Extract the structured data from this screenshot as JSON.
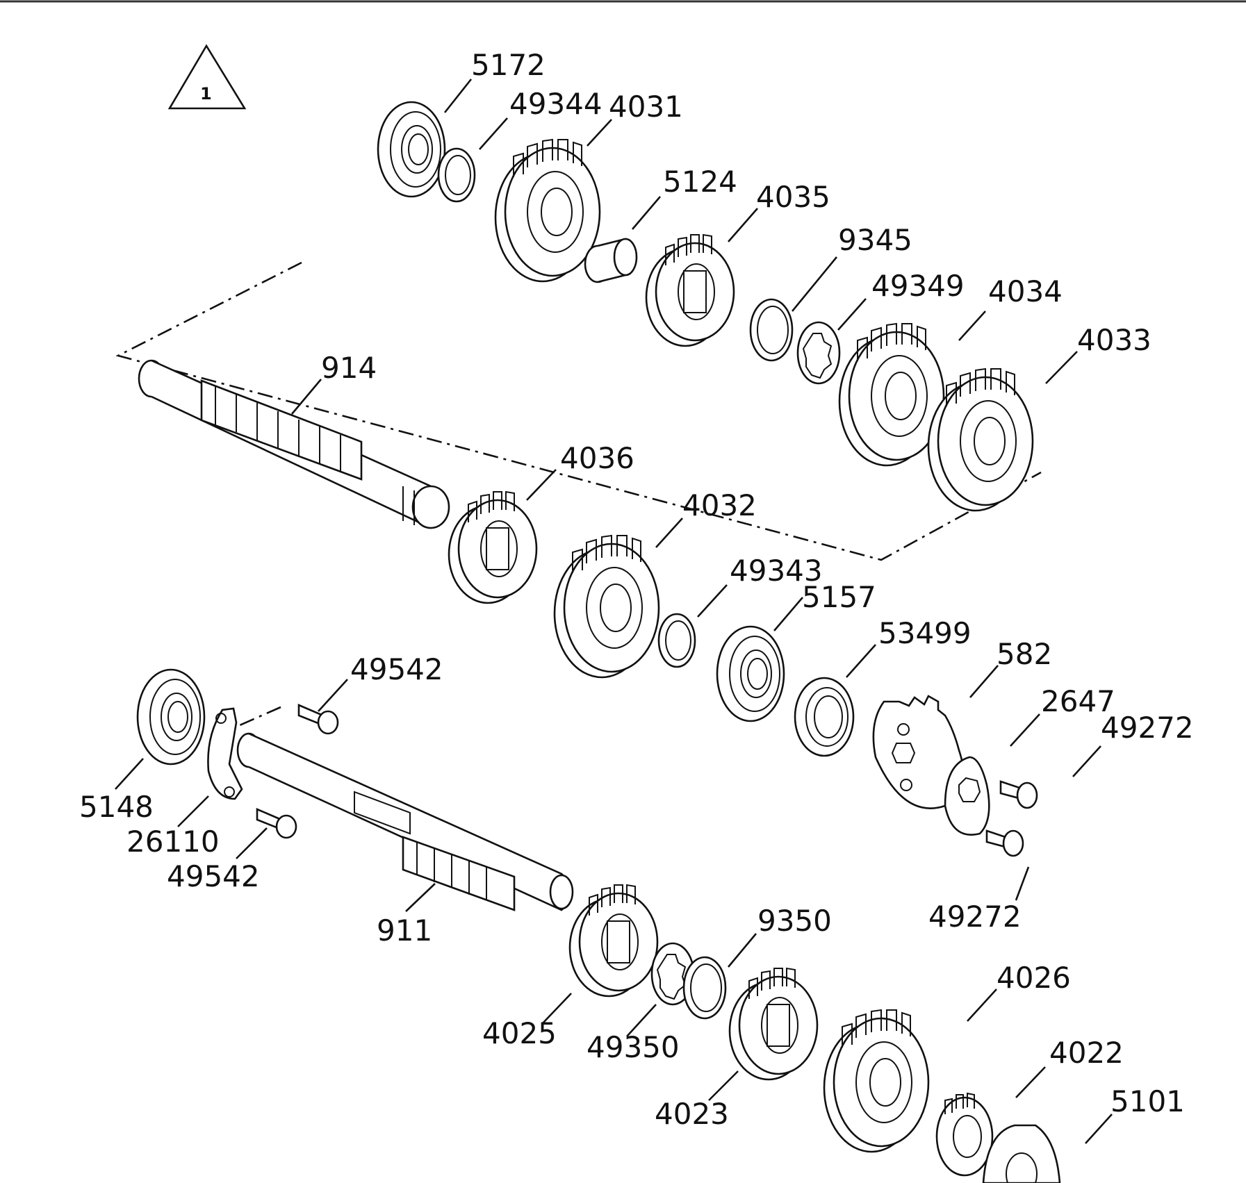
{
  "triangle": {
    "label": "1"
  },
  "parts": [
    {
      "id": "5172",
      "label": "5172"
    },
    {
      "id": "49344",
      "label": "49344"
    },
    {
      "id": "4031",
      "label": "4031"
    },
    {
      "id": "5124",
      "label": "5124"
    },
    {
      "id": "4035",
      "label": "4035"
    },
    {
      "id": "9345",
      "label": "9345"
    },
    {
      "id": "49349",
      "label": "49349"
    },
    {
      "id": "4034",
      "label": "4034"
    },
    {
      "id": "4033",
      "label": "4033"
    },
    {
      "id": "914",
      "label": "914"
    },
    {
      "id": "4036",
      "label": "4036"
    },
    {
      "id": "4032",
      "label": "4032"
    },
    {
      "id": "49343",
      "label": "49343"
    },
    {
      "id": "5157",
      "label": "5157"
    },
    {
      "id": "53499",
      "label": "53499"
    },
    {
      "id": "582",
      "label": "582"
    },
    {
      "id": "2647",
      "label": "2647"
    },
    {
      "id": "49272a",
      "label": "49272"
    },
    {
      "id": "49542a",
      "label": "49542"
    },
    {
      "id": "5148",
      "label": "5148"
    },
    {
      "id": "26110",
      "label": "26110"
    },
    {
      "id": "49542b",
      "label": "49542"
    },
    {
      "id": "911",
      "label": "911"
    },
    {
      "id": "49272b",
      "label": "49272"
    },
    {
      "id": "9350",
      "label": "9350"
    },
    {
      "id": "4026",
      "label": "4026"
    },
    {
      "id": "4025",
      "label": "4025"
    },
    {
      "id": "49350",
      "label": "49350"
    },
    {
      "id": "4022",
      "label": "4022"
    },
    {
      "id": "4023",
      "label": "4023"
    },
    {
      "id": "5101",
      "label": "5101"
    }
  ]
}
